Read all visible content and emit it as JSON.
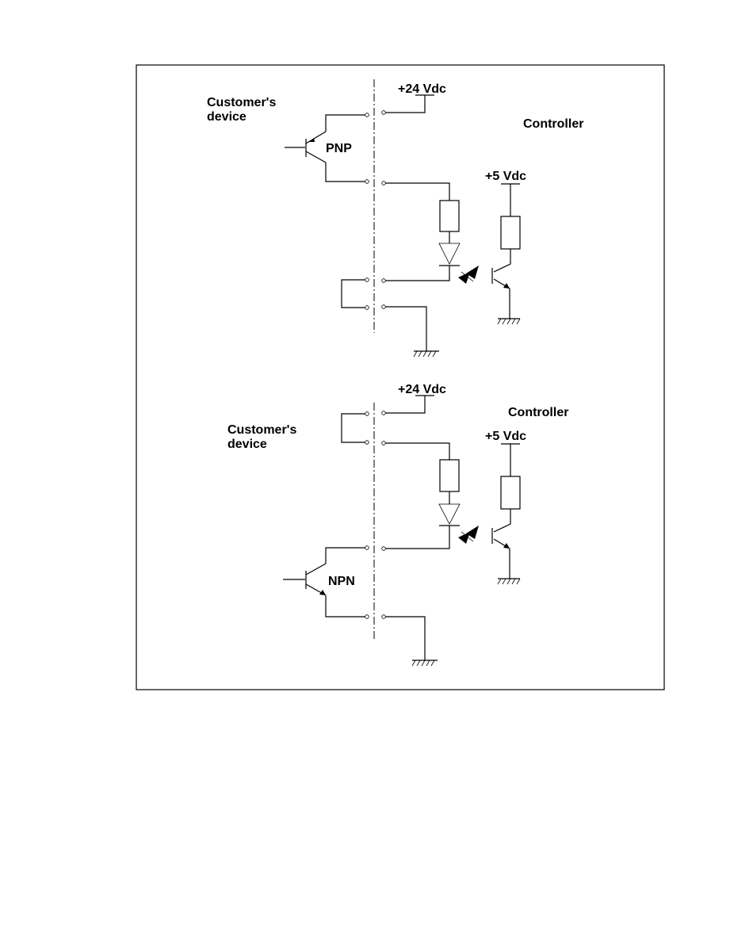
{
  "top_circuit": {
    "customer_label_1": "Customer's",
    "customer_label_2": "device",
    "controller_label": "Controller",
    "supply_24": "+24 Vdc",
    "supply_5": "+5 Vdc",
    "transistor_type": "PNP"
  },
  "bottom_circuit": {
    "customer_label_1": "Customer's",
    "customer_label_2": "device",
    "controller_label": "Controller",
    "supply_24": "+24 Vdc",
    "supply_5": "+5 Vdc",
    "transistor_type": "NPN"
  }
}
